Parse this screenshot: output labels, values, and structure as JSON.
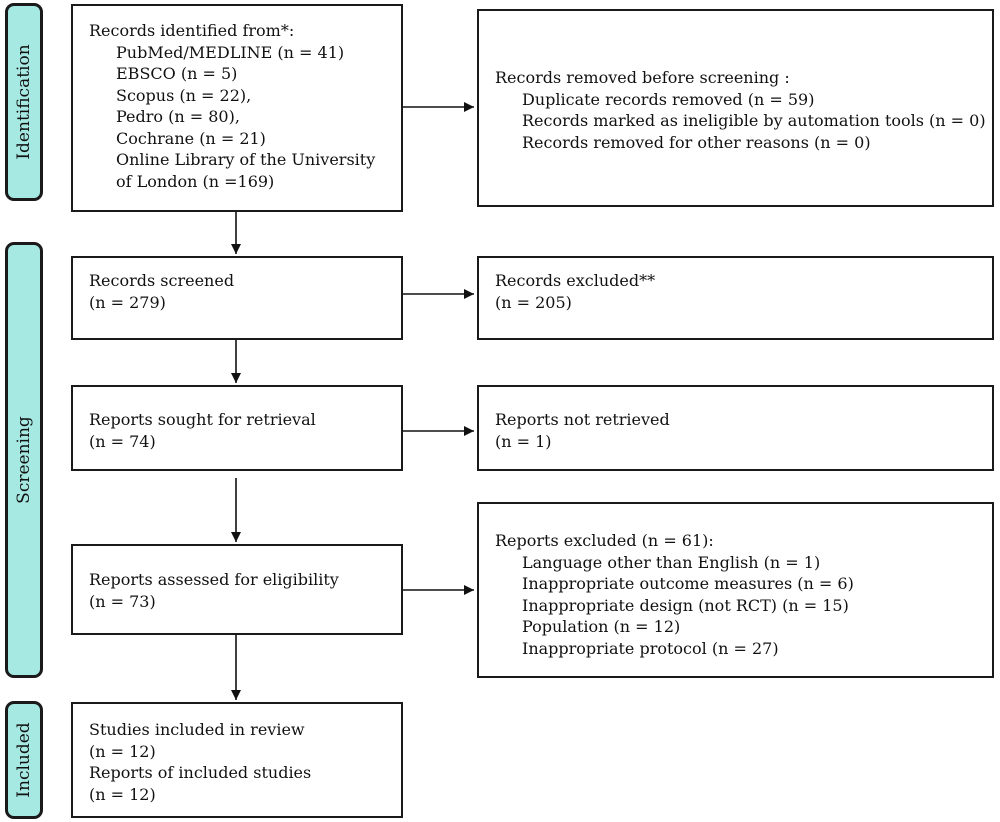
{
  "phases": {
    "identification": "Identification",
    "screening": "Screening",
    "included": "Included"
  },
  "identified": {
    "heading": "Records   identified from*:",
    "sources": [
      "PubMed/MEDLINE (n = 41)",
      "EBSCO     (n = 5)",
      "Scopus (n = 22),",
      "Pedro (n = 80),",
      "Cochrane (n = 21)",
      "Online Library of the University",
      "of London  (n =169)"
    ]
  },
  "removed": {
    "heading": "Records   removed  before screening :",
    "items": [
      "Duplicate records removed (n = 59)",
      "Records marked as ineligible by automation tools (n = 0)",
      "Records removed for other reasons (n = 0)"
    ]
  },
  "screened": {
    "label": "Records   screened",
    "count": "(n = 279)"
  },
  "excluded_records": {
    "label": "Records   excluded**",
    "count": "(n = 205)"
  },
  "sought": {
    "label": "Reports  sought for retrieval",
    "count": "(n = 74)"
  },
  "not_retrieved": {
    "label": "Reports   not retrieved",
    "count": "(n = 1)"
  },
  "assessed": {
    "label": "Reports  assessed for eligibility",
    "count": "(n = 73)"
  },
  "reports_excluded": {
    "heading": "Reports   excluded (n = 61):",
    "items": [
      "Language other than English (n = 1)",
      "Inappropriate outcome measures (n = 6)",
      "Inappropriate design (not RCT) (n = 15)",
      "Population  (n = 12)",
      "Inappropriate protocol (n = 27)"
    ]
  },
  "included": {
    "studies_label": "Studies included in review",
    "studies_count": "(n = 12)",
    "reports_label": "Reports of included studies",
    "reports_count": "(n = 12)"
  }
}
